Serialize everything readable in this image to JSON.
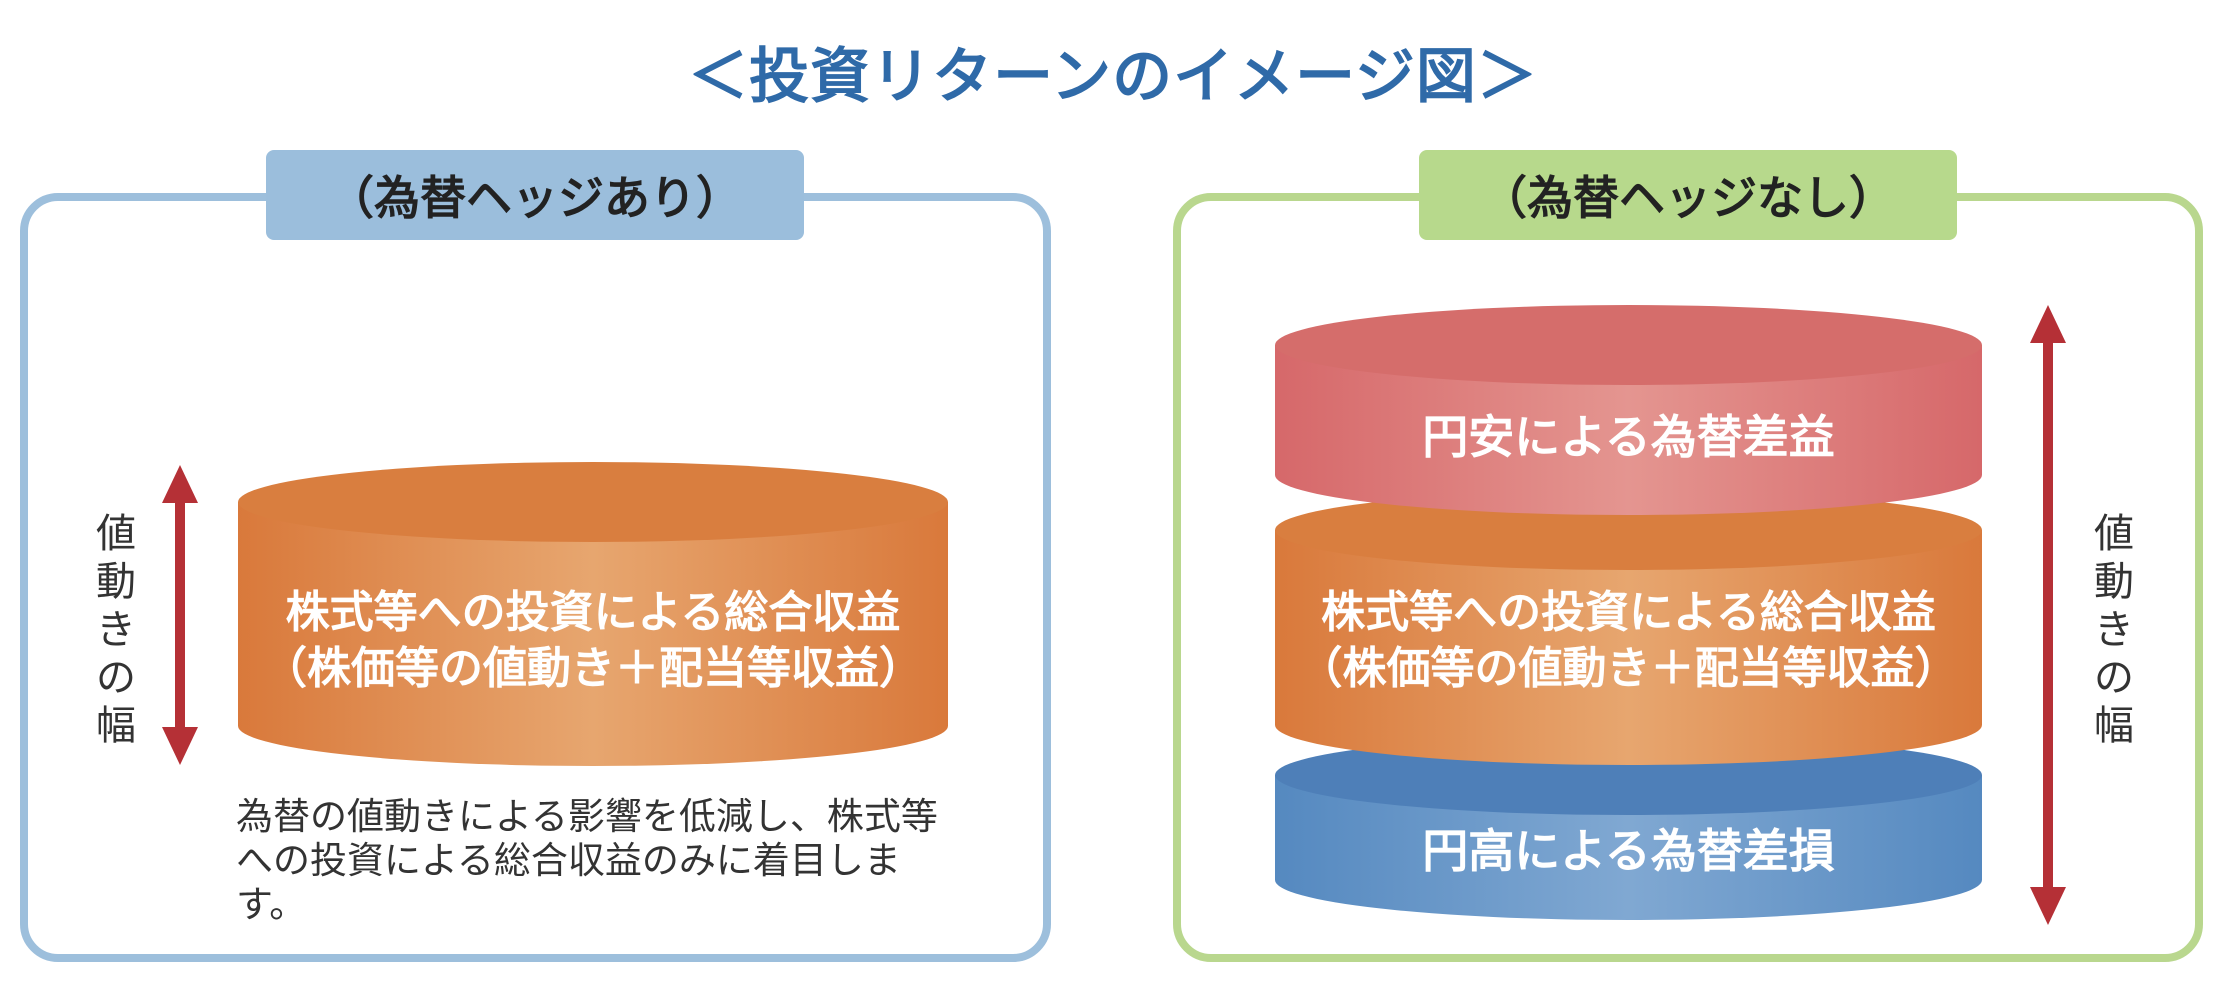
{
  "title": "＜投資リターンのイメージ図＞",
  "left_panel": {
    "tab_label": "（為替ヘッジあり）",
    "cylinder_line1": "株式等への投資による総合収益",
    "cylinder_line2": "（株価等の値動き＋配当等収益）",
    "range_label": "値動きの幅",
    "note": "為替の値動きによる影響を低減し、株式等への投資による総合収益のみに着目します。"
  },
  "right_panel": {
    "tab_label": "（為替ヘッジなし）",
    "top_layer": "円安による為替差益",
    "middle_line1": "株式等への投資による総合収益",
    "middle_line2": "（株価等の値動き＋配当等収益）",
    "bottom_layer": "円高による為替差損",
    "range_label": "値動きの幅"
  },
  "colors": {
    "title": "#2f6aa8",
    "left_frame": "#9dbfdc",
    "right_frame": "#b9d78e",
    "orange_layer": "#e0884a",
    "red_layer": "#d9726f",
    "blue_layer": "#5d90c4",
    "arrow": "#b53036"
  }
}
